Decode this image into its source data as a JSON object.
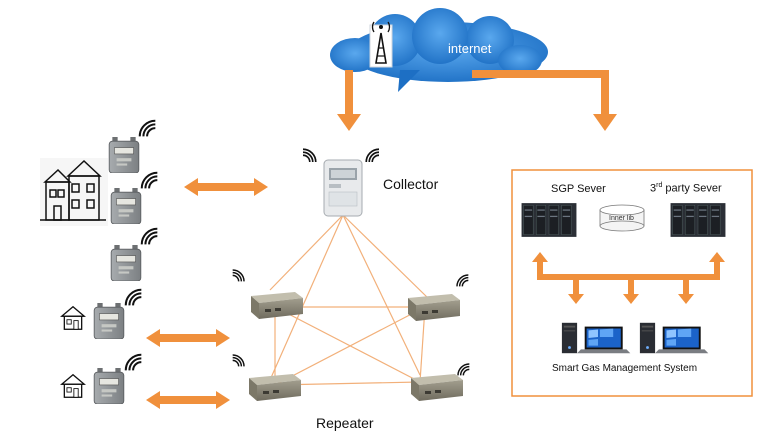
{
  "labels": {
    "internet": "internet",
    "collector": "Collector",
    "repeater": "Repeater",
    "sgp_server": "SGP Sever",
    "third_party_num": "3",
    "third_party_sup": "rd",
    "third_party_rest": " party Sever",
    "inner_lib": "Inner lib",
    "system": "Smart Gas Management System"
  },
  "colors": {
    "arrow": "#f0903c",
    "mesh_line": "#f2b07a",
    "cloud": "#1d6fc4",
    "panel_border": "#f0903c",
    "meter_body": "#8f9396",
    "repeater_body": "#8a8676",
    "server": "#2b2f36"
  },
  "icons": [
    "cloud-icon",
    "antenna-tower-icon",
    "gas-meter-icon",
    "house-icon",
    "repeater-icon",
    "collector-meter-icon",
    "server-rack-icon",
    "database-icon",
    "computer-icon",
    "laptop-icon",
    "wireless-signal-icon"
  ]
}
